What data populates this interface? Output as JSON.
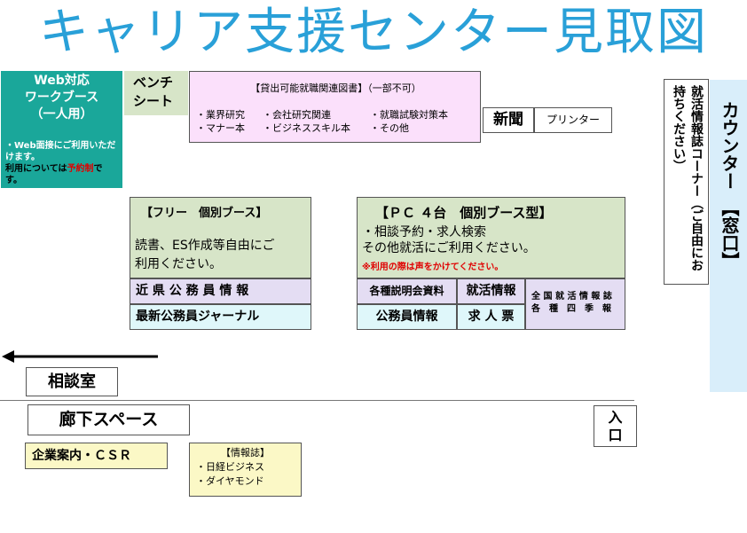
{
  "title": "キャリア支援センター見取図",
  "web_booth": {
    "title_lines": [
      "Web対応",
      "ワークブース",
      "（一人用）"
    ],
    "note_lines": [
      "・Web面接にご利用いただ",
      "けます。"
    ],
    "note_pre": "利用については",
    "note_red": "予約制",
    "note_post": "で",
    "note_last": "す。"
  },
  "bench": [
    "ベンチ",
    "シート"
  ],
  "library": {
    "title": "【貸出可能就職関連図書】（一部不可）",
    "items": [
      "・業界研究",
      "・会社研究関連",
      "・就職試験対策本",
      "・マナー本",
      "・ビジネススキル本",
      "・その他"
    ]
  },
  "newspaper": "新聞",
  "printer": "プリンター",
  "job_magazine": "就活情報誌コーナー（ご自由にお持ちください）",
  "counter": "カウンター　【窓口】",
  "free_booth": {
    "title": "【フリー　個別ブース】",
    "body_lines": [
      "読書、ES作成等自由にご",
      "利用ください。"
    ]
  },
  "pc_booth": {
    "title": "【ＰＣ ４台　個別ブース型】",
    "lines": [
      "・相談予約・求人検索",
      "その他就活にご利用ください。"
    ],
    "note": "※利用の際は声をかけてください。"
  },
  "shelves_left": [
    "近 県 公 務 員 情 報",
    "最新公務員ジャーナル"
  ],
  "shelves_right": {
    "seminar": "各種説明会資料",
    "shukatsu": "就活情報",
    "koumuin": "公務員情報",
    "kyujin": "求 人 票",
    "quarterly": [
      "全 国 就 活 情 報 誌",
      "各　種　四　季　報"
    ]
  },
  "consult_room": "相談室",
  "corridor": "廊下スペース",
  "entrance": [
    "入",
    "口"
  ],
  "company": "企業案内・ＣＳＲ",
  "info_mag": {
    "title": "【情報誌】",
    "items": [
      "・日経ビジネス",
      "・ダイヤモンド"
    ]
  }
}
